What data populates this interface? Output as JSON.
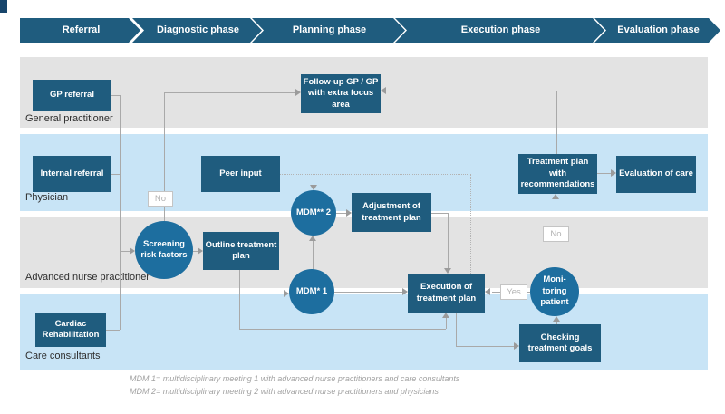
{
  "phases": [
    "Referral",
    "Diagnostic phase",
    "Planning phase",
    "Execution phase",
    "Evaluation phase"
  ],
  "lanes": {
    "general_practitioner": "General practitioner",
    "physician": "Physician",
    "advanced_nurse_practitioner": "Advanced nurse practitioner",
    "care_consultants": "Care consultants"
  },
  "nodes": {
    "gp_referral": "GP referral",
    "internal_referral": "Internal referral",
    "cardiac_rehabilitation": "Cardiac Rehabilitation",
    "followup_gp": "Follow-up GP / GP with extra focus area",
    "peer_input": "Peer input",
    "screening_risk_factors": "Screening risk factors",
    "outline_treatment_plan": "Outline treatment plan",
    "mdm2": "MDM** 2",
    "mdm1": "MDM* 1",
    "adjustment_treatment_plan": "Adjustment of treatment plan",
    "execution_treatment_plan": "Execution of treatment plan",
    "checking_treatment_goals": "Checking treatment goals",
    "monitoring_patient": "Moni-toring patient",
    "treatment_plan_recommendations": "Treatment plan with recommendations",
    "evaluation_of_care": "Evaluation of care"
  },
  "decisions": {
    "no_screening": "No",
    "yes_monitoring": "Yes",
    "no_monitoring": "No"
  },
  "footnotes": [
    "MDM 1= multidisciplinary meeting 1 with advanced nurse practitioners and care consultants",
    "MDM 2= multidisciplinary meeting 2 with advanced nurse practitioners and physicians"
  ],
  "colors": {
    "phase_bar": "#1F5C7E",
    "node_box": "#1F5C7E",
    "node_circle": "#1D6E9F",
    "lane_gray": "#E3E3E3",
    "lane_blue": "#C8E4F6",
    "connector": "#A9A9A9"
  }
}
